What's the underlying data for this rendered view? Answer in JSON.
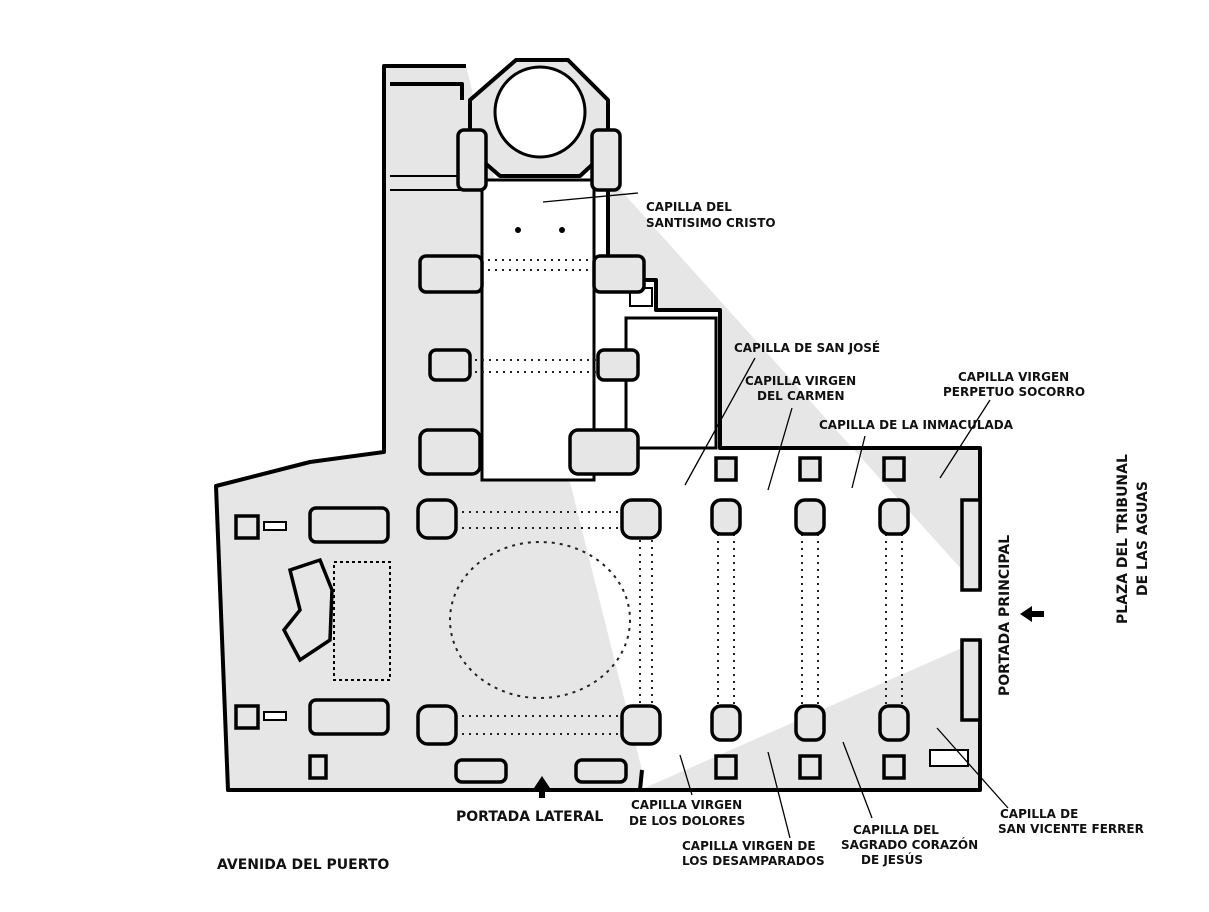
{
  "labels": {
    "santisimo_cristo": [
      "CAPILLA DEL",
      "SANTISIMO CRISTO"
    ],
    "san_jose": [
      "CAPILLA DE SAN JOSÉ"
    ],
    "virgen_carmen": [
      "CAPILLA VIRGEN",
      "DEL CARMEN"
    ],
    "perpetuo_socorro": [
      "CAPILLA VIRGEN",
      "PERPETUO SOCORRO"
    ],
    "inmaculada": [
      "CAPILLA DE LA INMACULADA"
    ],
    "portada_principal": [
      "PORTADA PRINCIPAL"
    ],
    "plaza": [
      "PLAZA DEL TRIBUNAL",
      "DE LAS AGUAS"
    ],
    "portada_lateral": [
      "PORTADA LATERAL"
    ],
    "virgen_dolores": [
      "CAPILLA VIRGEN",
      "DE LOS DOLORES"
    ],
    "virgen_desamparados": [
      "CAPILLA VIRGEN DE",
      "LOS DESAMPARADOS"
    ],
    "sagrado_corazon": [
      "CAPILLA DEL",
      "SAGRADO CORAZÓN",
      "DE JESÚS"
    ],
    "san_vicente": [
      "CAPILLA DE",
      "SAN VICENTE FERRER"
    ],
    "avenida": [
      "AVENIDA DEL PUERTO"
    ]
  }
}
